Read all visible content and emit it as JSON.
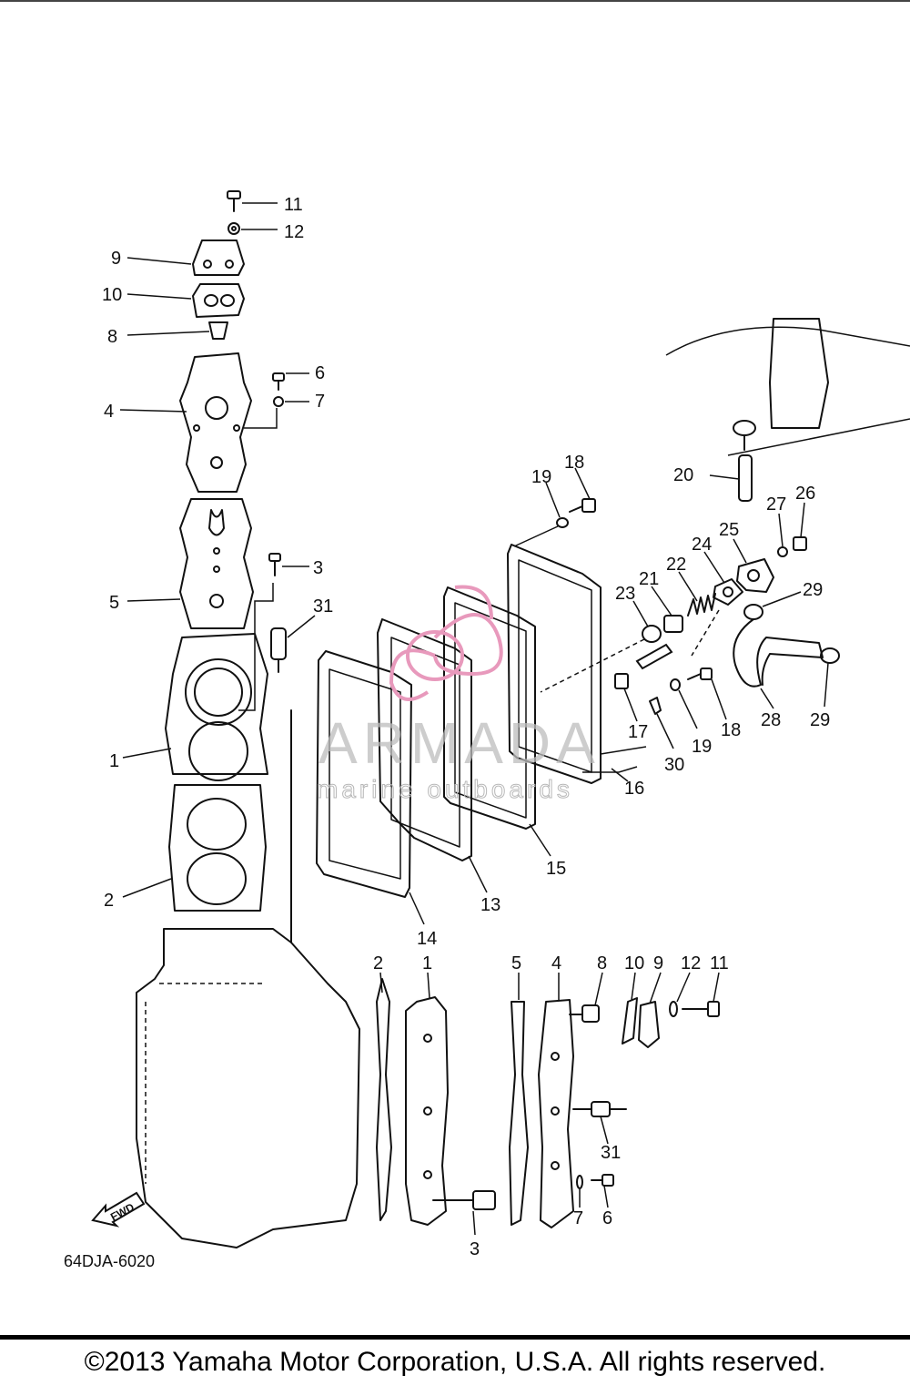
{
  "diagram": {
    "part_callouts": [
      "1",
      "2",
      "3",
      "4",
      "5",
      "6",
      "7",
      "8",
      "9",
      "10",
      "11",
      "12",
      "13",
      "14",
      "15",
      "16",
      "17",
      "18",
      "19",
      "20",
      "21",
      "22",
      "23",
      "24",
      "25",
      "26",
      "27",
      "28",
      "29",
      "30",
      "31"
    ],
    "fwd_label": "FWD",
    "diagram_code": "64DJA-6020"
  },
  "watermark": {
    "title": "ARMADA",
    "subtitle": "marine outboards",
    "logo_color": "#e899bc"
  },
  "footer": {
    "copyright": "©2013 Yamaha Motor Corporation, U.S.A. All rights reserved."
  }
}
